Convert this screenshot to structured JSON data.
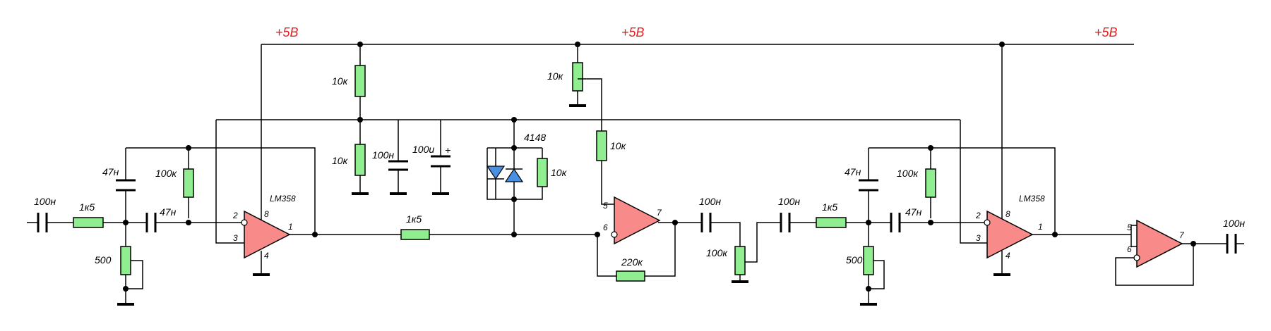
{
  "power": {
    "rail_left": "+5В",
    "rail_mid": "+5В",
    "rail_right": "+5В"
  },
  "chip": {
    "left": "LM358",
    "right": "LM358"
  },
  "pins": {
    "p1": "1",
    "p2": "2",
    "p3": "3",
    "p4": "4",
    "p5": "5",
    "p6": "6",
    "p7": "7",
    "p8": "8"
  },
  "stage1": {
    "c_in": "100н",
    "r_in": "1к5",
    "c_top": "47н",
    "r_pot": "500",
    "c_series": "47н",
    "r_fb": "100к"
  },
  "bias": {
    "r_top": "10к",
    "r_bottom": "10к",
    "c_small": "100н",
    "c_electro": "100u",
    "plus": "+"
  },
  "limiter": {
    "diode": "4148",
    "r_par": "10к"
  },
  "mid": {
    "r_series": "1к5",
    "r_pot_top": "10к",
    "r_to_pin5": "10к",
    "r_fb": "220к"
  },
  "stage2": {
    "c_out": "100н",
    "c_in2": "100н",
    "r_vol": "100к",
    "r_in": "1к5",
    "c_top": "47н",
    "r_fb": "100к",
    "c_series": "47н",
    "r_pot": "500"
  },
  "output": {
    "c_out": "100н"
  }
}
